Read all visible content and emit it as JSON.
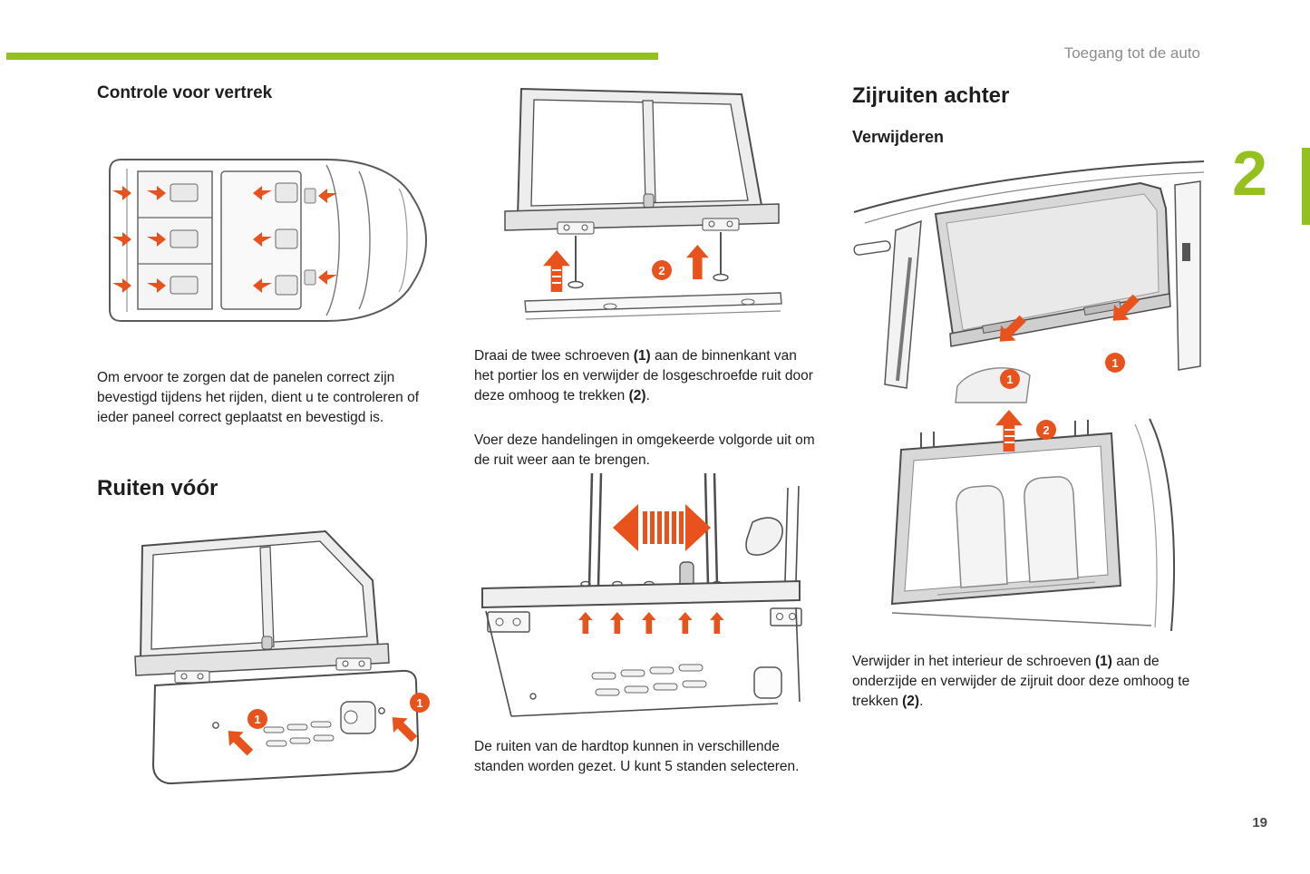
{
  "page": {
    "header_title": "Toegang tot de auto",
    "chapter_number": "2",
    "page_number": "19"
  },
  "colors": {
    "accent_green": "#94c11f",
    "arrow_orange": "#e8531d",
    "text": "#1e1e1e",
    "header_gray": "#8c8c8c"
  },
  "icons": {
    "panel_fastening_arrows": "right-arrow",
    "lift_arrows": "up-arrow",
    "slide_arrow": "horizontal-double-arrow",
    "unscrew_arrows": "down-left-arrow"
  },
  "badges": {
    "one": "1",
    "two": "2"
  },
  "sections": {
    "pre_departure": {
      "heading": "Controle voor vertrek",
      "body": "Om ervoor te zorgen dat de panelen correct zijn bevestigd tijdens het rijden, dient u te controleren of ieder paneel correct geplaatst en bevestigd is."
    },
    "front_windows": {
      "heading": "Ruiten vóór",
      "remove": {
        "s1": "Draai de twee schroeven ",
        "b1": "(1)",
        "s2": " aan de binnenkant van het portier los en verwijder de losgeschroefde ruit door deze omhoog te trekken ",
        "b2": "(2)",
        "s3": "."
      },
      "refit": "Voer deze handelingen in omgekeerde volgorde uit om de ruit weer aan te brengen.",
      "positions": "De ruiten van de hardtop kunnen in verschillende standen worden gezet. U kunt 5 standen selecteren."
    },
    "rear_windows": {
      "heading": "Zijruiten achter",
      "subheading": "Verwijderen",
      "remove": {
        "s1": "Verwijder in het interieur de schroeven ",
        "b1": "(1)",
        "s2": " aan de onderzijde en verwijder de zijruit door deze omhoog te trekken ",
        "b2": "(2)",
        "s3": "."
      }
    }
  }
}
